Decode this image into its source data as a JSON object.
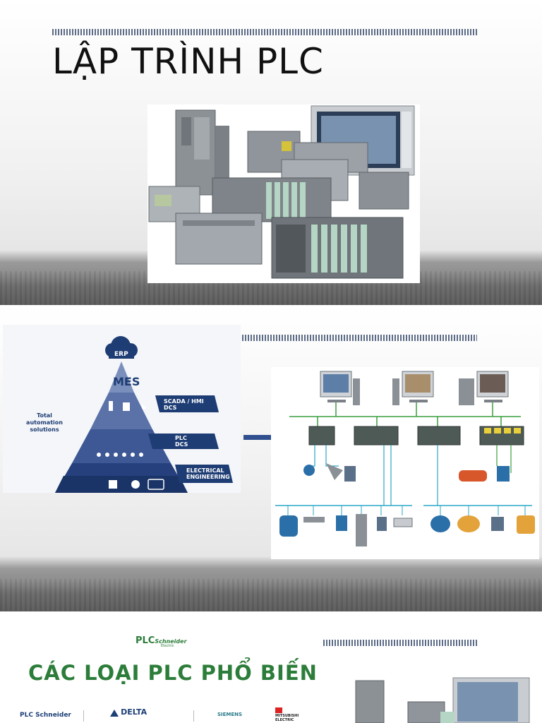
{
  "slide1": {
    "title": "LẬP TRÌNH PLC"
  },
  "slide2": {
    "pyramid": {
      "cloud_label": "ERP",
      "top_label": "MES",
      "side_label": "Total automation solutions",
      "levels": [
        "SCADA / HMI DCS",
        "PLC DCS",
        "ELECTRICAL ENGINEERING"
      ]
    }
  },
  "slide3": {
    "logo": {
      "main": "PLC",
      "sub": "Schneider",
      "tag": "Electric"
    },
    "heading": "CÁC LOẠI PLC PHỔ BIẾN",
    "brands": [
      "PLC Schneider",
      "DELTA",
      "SIEMENS",
      "MITSUBISHI ELECTRIC"
    ]
  },
  "colors": {
    "hatch": "#5c6b86",
    "heading_green": "#2d7d3a",
    "pyramid_blue": "#1e3d74"
  }
}
